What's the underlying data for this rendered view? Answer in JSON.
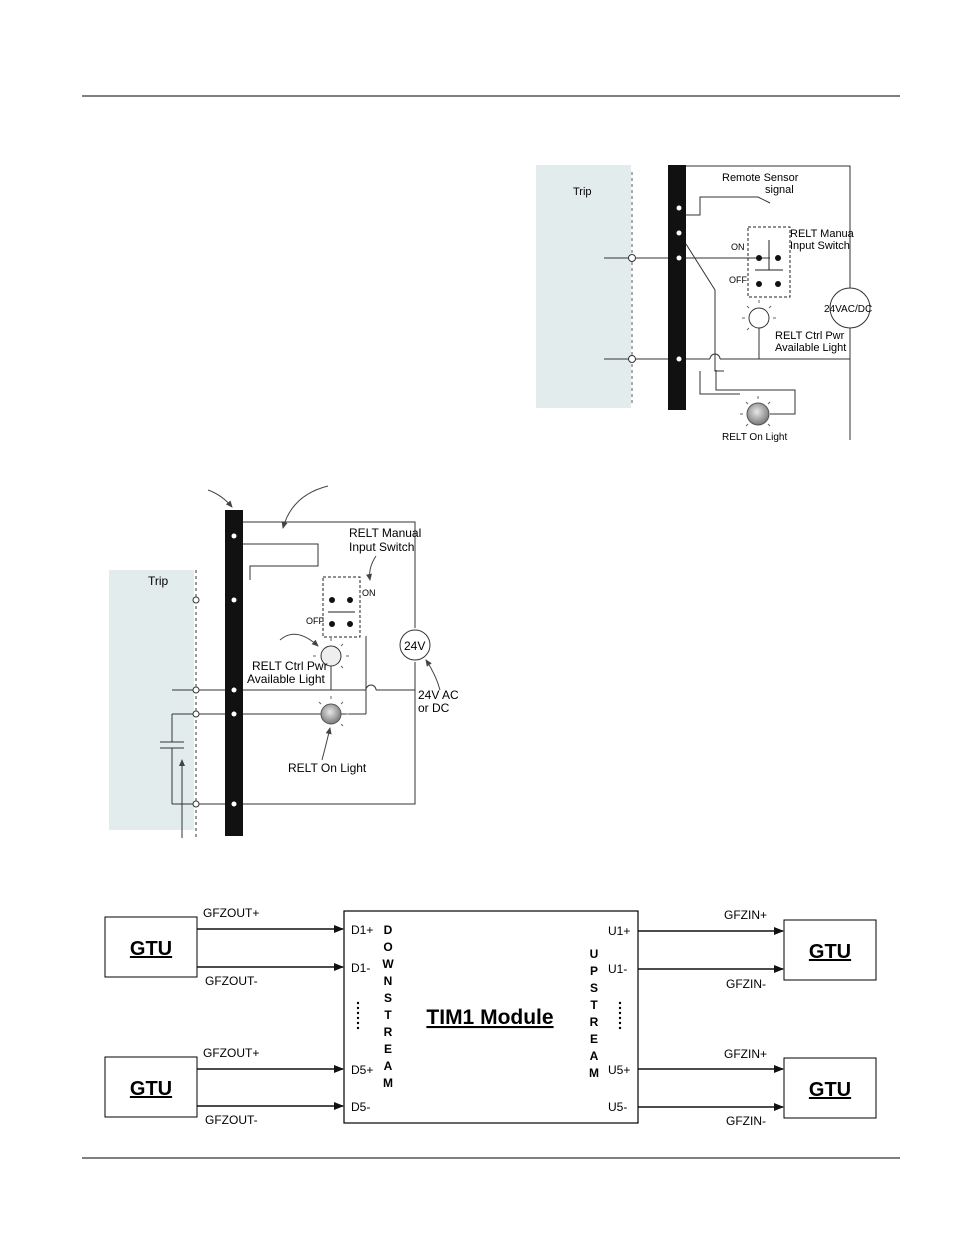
{
  "page": {
    "header_rule": true,
    "footer_rule": true
  },
  "diagram_top_right": {
    "trip_label": "Trip",
    "remote_sensor_line1": "Remote Sensor",
    "remote_sensor_line2": "signal",
    "switch_line1": "RELT Manua",
    "switch_line2": "Input Switch",
    "on_label": "ON",
    "off_label": "OFF",
    "supply_label": "24VAC/DC",
    "ctrl_light_line1": "RELT Ctrl Pwr",
    "ctrl_light_line2": "Available Light",
    "on_light_label": "RELT On Light"
  },
  "diagram_mid_left": {
    "trip_label": "Trip",
    "switch_line1": "RELT Manual",
    "switch_line2": "Input Switch",
    "on_label": "ON",
    "off_label": "OFF",
    "supply_symbol": "24V",
    "supply_line1": "24V AC",
    "supply_line2": "or DC",
    "ctrl_light_line1": "RELT Ctrl Pwr",
    "ctrl_light_line2": "Available Light",
    "on_light_label": "RELT On Light"
  },
  "diagram_bottom": {
    "module_title": "TIM1 Module",
    "downstream_letters": [
      "D",
      "O",
      "W",
      "N",
      "S",
      "T",
      "R",
      "E",
      "A",
      "M"
    ],
    "upstream_letters": [
      "U",
      "P",
      "S",
      "T",
      "R",
      "E",
      "A",
      "M"
    ],
    "gtu_label": "GTU",
    "left_ports": [
      "D1+",
      "D1-",
      "D5+",
      "D5-"
    ],
    "right_ports": [
      "U1+",
      "U1-",
      "U5+",
      "U5-"
    ],
    "left_signals": [
      "GFZOUT+",
      "GFZOUT-",
      "GFZOUT+",
      "GFZOUT-"
    ],
    "right_signals": [
      "GFZIN+",
      "GFZIN-",
      "GFZIN+",
      "GFZIN-"
    ]
  }
}
